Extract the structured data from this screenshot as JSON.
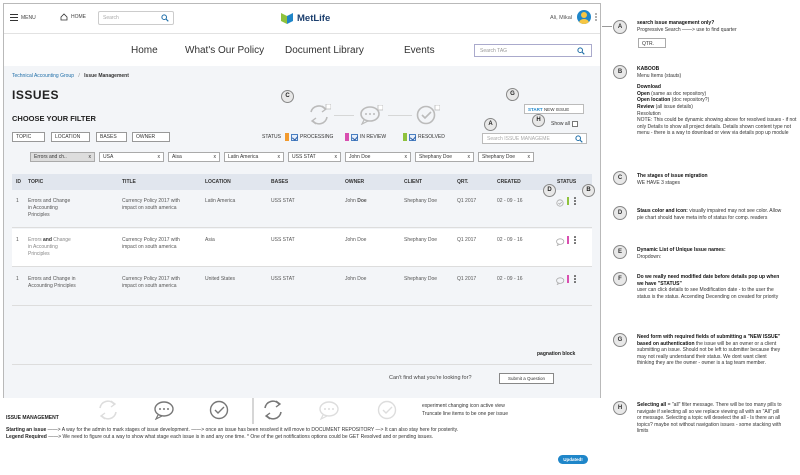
{
  "topbar": {
    "menu_label": "MENU",
    "home_label": "HOME",
    "search_placeholder": "Search",
    "logo_text": "MetLife",
    "user_name": "Ali, Mikal"
  },
  "nav": {
    "items": [
      "Home",
      "What's Our Policy",
      "Document Library",
      "Events"
    ],
    "tag_search_placeholder": "Search TAG"
  },
  "breadcrumb": {
    "parent": "Technical Accounting Group",
    "separator": "/",
    "current": "Issue Management"
  },
  "page_title": "ISSUES",
  "filter": {
    "heading": "CHOOSE YOUR FILTER",
    "buttons": [
      "TOPIC",
      "LOCATION",
      "BASES",
      "OWNER"
    ],
    "status_label": "STATUS",
    "statuses": [
      {
        "label": "PROCESSING",
        "color": "#f29a2e"
      },
      {
        "label": "IN REVIEW",
        "color": "#d94fb0"
      },
      {
        "label": "RESOLVED",
        "color": "#8fc23d"
      }
    ],
    "search_placeholder": "Search ISSUE MANAGEME",
    "start_prefix": "START",
    "start_suffix": "NEW ISSUE",
    "show_all": "Show all"
  },
  "pills": [
    {
      "label": "Errors and ch..",
      "x": "x"
    },
    {
      "label": "USA",
      "x": "x"
    },
    {
      "label": "Aisa",
      "x": "x"
    },
    {
      "label": "Latin America",
      "x": "x"
    },
    {
      "label": "USS STAT",
      "x": "x"
    },
    {
      "label": "John Doe",
      "x": "x"
    },
    {
      "label": "Shephany Doe",
      "x": "x"
    },
    {
      "label": "Shephany Doe",
      "x": "x"
    }
  ],
  "table": {
    "headers": [
      "ID",
      "TOPIC",
      "TITLE",
      "LOCATION",
      "BASES",
      "OWNER",
      "CLIENT",
      "QRT.",
      "CREATED",
      "STATUS"
    ],
    "rows": [
      {
        "id": "1",
        "topic_a": "Errors and Change",
        "topic_b": "in Accounting",
        "topic_c": "Principles",
        "title_a": "Currency Policy 2017 with",
        "title_b": "impact on south america",
        "location": "Latin America",
        "bases": "USS STAT",
        "owner_first": "John",
        "owner_last": "Doe",
        "client": "Shephany Doe",
        "qrt": "Q1 2017",
        "created": "02 - 09 - 16",
        "status_color": "#8fc23d"
      },
      {
        "id": "1",
        "topic_a": "Errors",
        "topic_and": "and",
        "topic_a2": "Change",
        "topic_b": "in Accounting",
        "topic_c": "Principles",
        "title_a": "Currency Policy 2017 with",
        "title_b": "impact on south america",
        "location": "Asia",
        "bases": "USS STAT",
        "owner_first": "John",
        "owner_last": "Doe",
        "client": "Shephany Doe",
        "qrt": "Q1 2017",
        "created": "02 - 09 - 16",
        "status_color": "#d94fb0"
      },
      {
        "id": "1",
        "topic_a": "Errors and Change in",
        "topic_b": "Accounting Principles",
        "title_a": "Currency Policy 2017 with",
        "title_b": "impact on south america",
        "location": "United States",
        "bases": "USS STAT",
        "owner_first": "John",
        "owner_last": "Doe",
        "client": "Shephany Doe",
        "qrt": "Q1 2017",
        "created": "02 - 09 - 16",
        "status_color": "#d94fb0"
      }
    ]
  },
  "pagination": "pagnation block",
  "cant_find": "Can't find what you're looking for?",
  "submit_question": "Submit a Question",
  "markers": {
    "a": "A",
    "b": "B",
    "c": "C",
    "d": "D",
    "g": "G",
    "h": "H"
  },
  "legend": {
    "title": "ISSUE MANAGEMENT",
    "exp_line1": "experiment changing icon active view",
    "exp_line2": "Truncate line items to be one per issue",
    "start_bold": "Starting an issue",
    "start_text": " ——> A way for the admin to mark stages of issue development. ——> once an issue has been resolved it will move to DOCUMENT REPOSITORY —> It can also stay here for posterity.",
    "legend_bold": "Legend Required",
    "legend_text": " ——> We need to figure out a way to show what stage each issue is in and any one time.  * One of the get notifications options  could be GET Resolved and or pending issues.",
    "updated": "Updated!"
  },
  "notes": {
    "a_title": "search issue management only?",
    "a_text": "Progressive Search ——> use to find quarter",
    "a_box": "QTR.",
    "b_title": "KABOOB",
    "b_sub": "Menu Items (stauts)",
    "b_download": "Download",
    "b_open": "Open",
    "b_open_rest": " (same as doc repository)",
    "b_openloc": "Open location",
    "b_openloc_rest": " (doc repository?)",
    "b_review": "Review",
    "b_review_rest": " (all issue details)",
    "b_resolution": "Resolution",
    "b_note": "NOTE: This could be dynamic showing above for resolved issues - if not only Details to show all project details.  Details shown content type not menu - there is a way to download or view via details pop up module",
    "c_title": "The stages of issue migration",
    "c_text": "WE HAVE 3 stages",
    "d_title": "Staus color and icon:",
    "d_text": " visually impaired may not see color.  Allow pie chart should have meta info of status for comp. readers",
    "e_title": "Dynamic List of Unique Issue names:",
    "e_text": "Dropdown:",
    "f_title": "Do we really need modified date before details pop up when we have \"STATUS\"",
    "f_text": "user can click details to see Modification date - to the user the status is the status. Accending Decending on created for priority",
    "g_title": "Need form with required fields of submitting a \"NEW ISSUE\" based on authentication",
    "g_text": " the issue will be an owner or a client submitting an issue.  Should not be left to submitter because they may not really understand their status.  We dont want client thinking they are the owner - owner is a tag team member.",
    "h_title": "Selecting all",
    "h_text": " = \"all\" filter message.  There will be too many pills to navigate if selecting all so we replace viewing all with an \"All\" pill or message.  Selecting a topic will deselect the all -  Is there an all topics?  maybe not without navigation issues - some stacking with limits"
  }
}
